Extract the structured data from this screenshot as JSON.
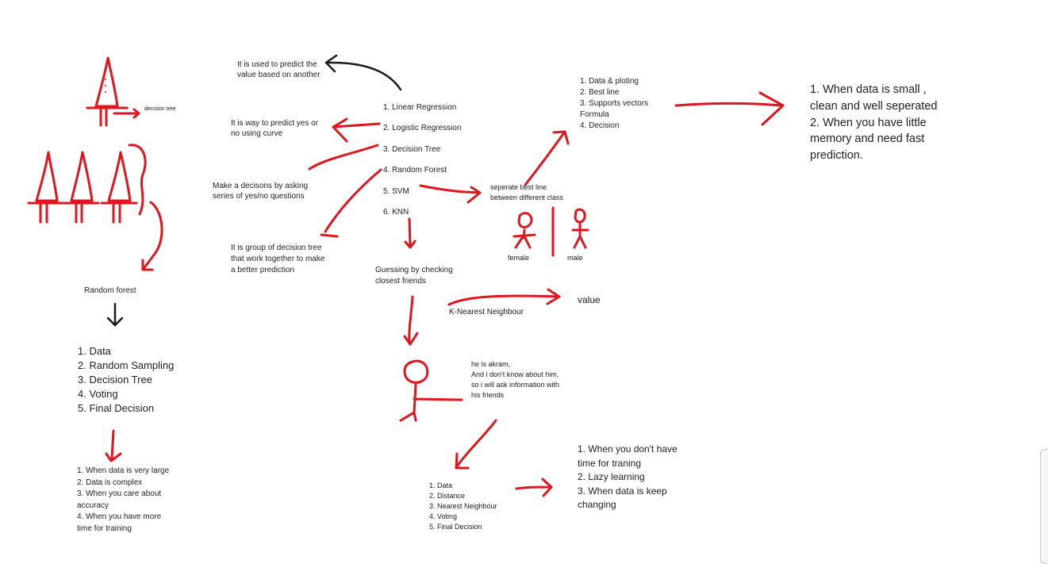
{
  "notes": {
    "decision_tree_label": "decision tree",
    "random_forest_label": "Random forest",
    "rf_steps": [
      "1. Data",
      "2. Random Sampling",
      "3. Decision Tree",
      "4. Voting",
      "5. Final Decision"
    ],
    "rf_when": [
      "1. When data is very large",
      "2. Data is complex",
      "3. When you care about",
      "accuracy",
      "4. When you have more",
      "time for training"
    ],
    "linear_desc": [
      "It is used to predict the",
      "value based on another"
    ],
    "logistic_desc": [
      "It is way to predict yes or",
      "no using curve"
    ],
    "dtree_desc": [
      "Make a decisons by asking",
      "series of yes/no questions"
    ],
    "rforest_desc": [
      "It is group of decision tree",
      "that work together to make",
      "a better prediction"
    ],
    "algorithms": [
      "1. Linear Regression",
      "2. Logistic Regression",
      "3. Decision Tree",
      "4. Random Forest",
      "5. SVM",
      "6. KNN"
    ],
    "knn_desc": [
      "Guessing by checking",
      "closest friends"
    ],
    "knn_fullname": "K-Nearest Neighbour",
    "value_label": "value",
    "akram_note": [
      "he is akram,",
      "And i don't know about him,",
      "so i will ask information with",
      "his friends"
    ],
    "knn_steps": [
      "1. Data",
      "2. Distance",
      "3. Nearest Neighbour",
      "4. Voting",
      "5. Final Decision"
    ],
    "knn_when": [
      "1. When you don't have",
      "time for traning",
      "2. Lazy learning",
      "3. When data is keep",
      "changing"
    ],
    "svm_desc": [
      "seperate best line",
      "between different class"
    ],
    "female_label": "female",
    "male_label": "male",
    "svm_steps": [
      "1. Data  & ploting",
      "2. Best line",
      "3. Supports vectors",
      "Formula",
      "4. Decision"
    ],
    "svm_when": [
      "1. When data is small ,",
      "clean and well seperated",
      "2. When you have little",
      "memory and need fast",
      "prediction."
    ]
  },
  "colors": {
    "ink_red": "#e0161f",
    "ink_black": "#1a1a1a",
    "text": "#222222",
    "background": "#ffffff"
  }
}
